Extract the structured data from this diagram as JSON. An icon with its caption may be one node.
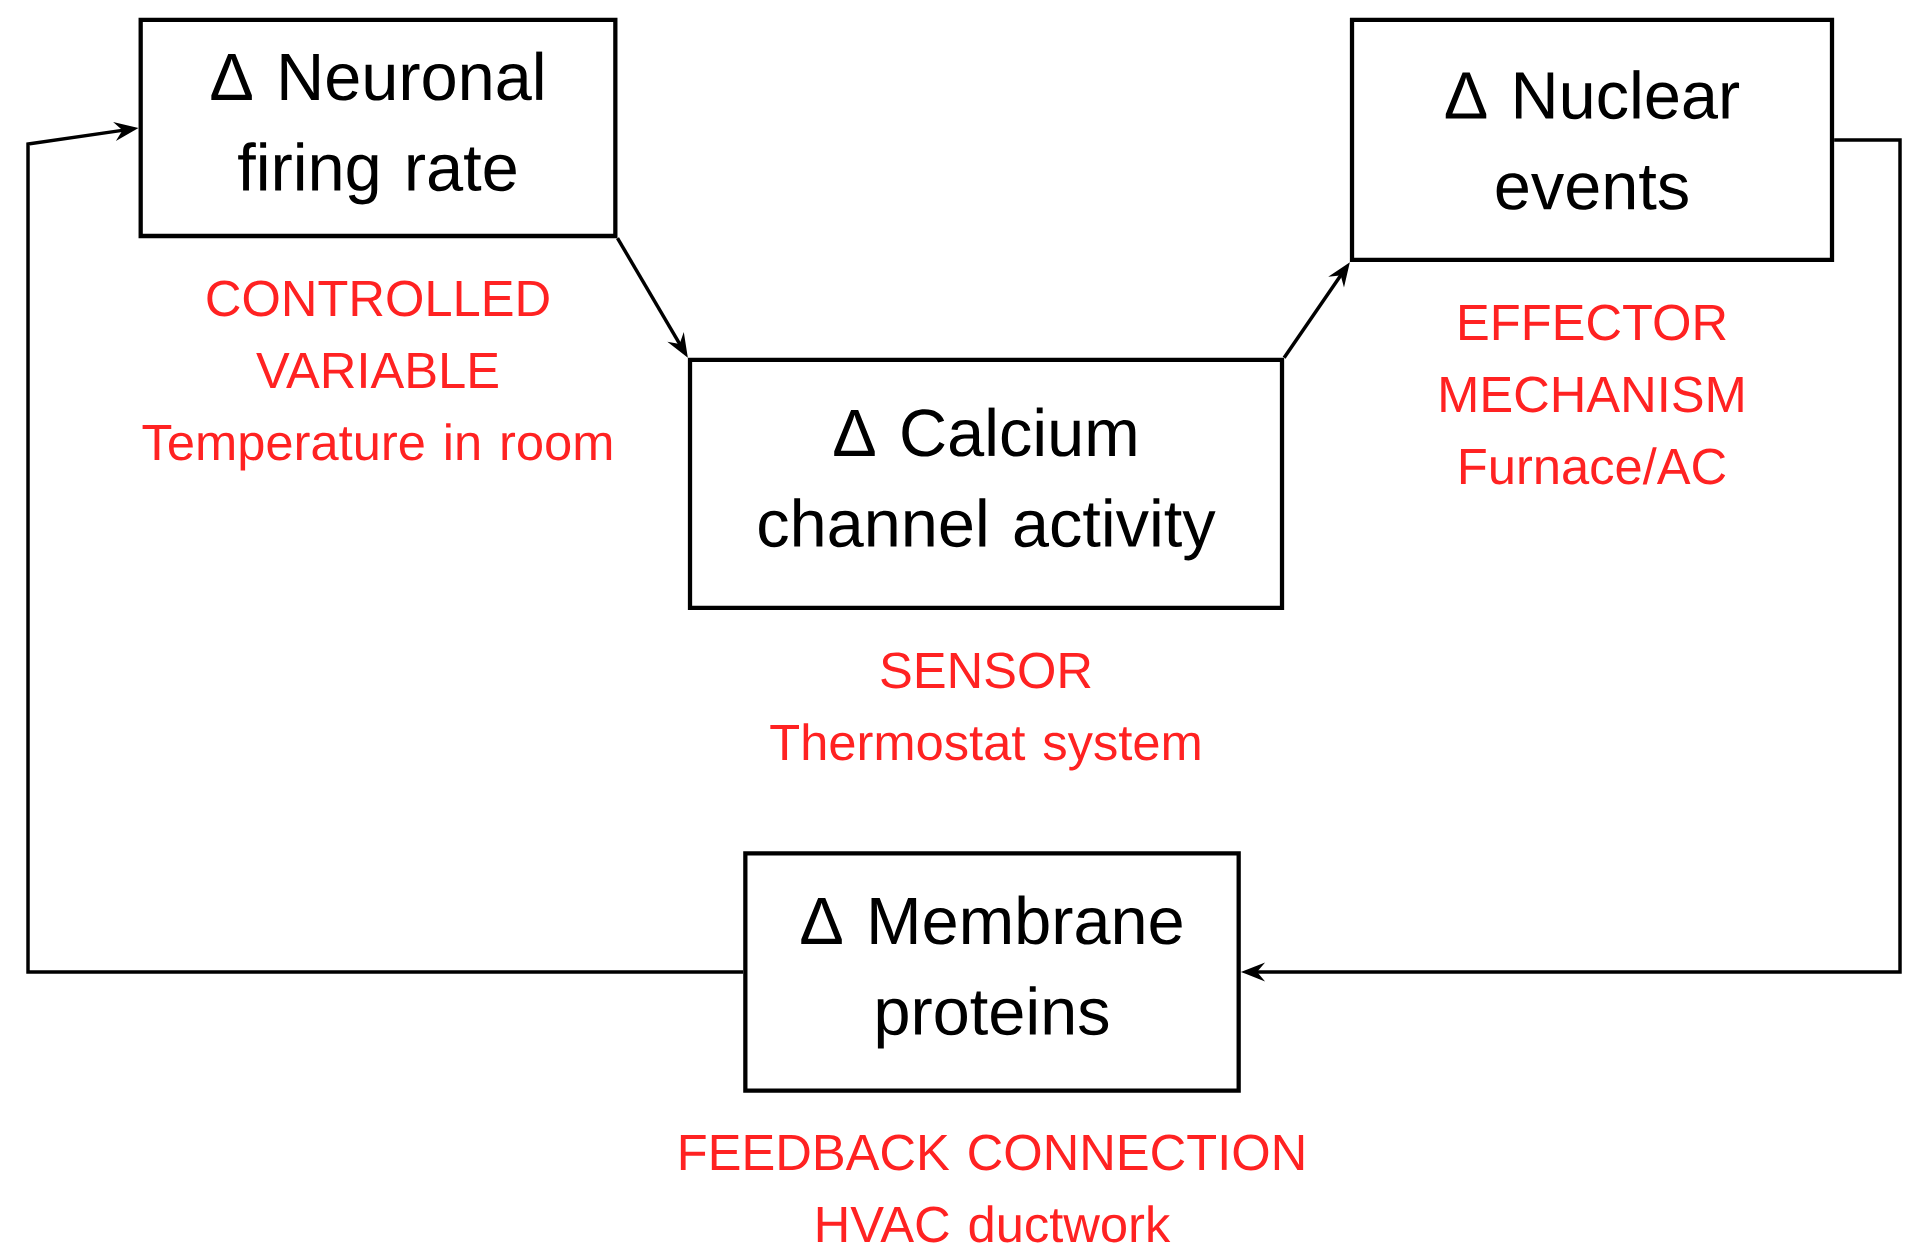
{
  "diagram": {
    "nodes": [
      {
        "text": [
          "Δ Neuronal firing rate"
        ],
        "beside": [
          "CONTROLLED VARIABLE",
          "Temperature in room"
        ]
      },
      {
        "text": [
          "Δ Nuclear events"
        ],
        "beside": [
          "EFFECTOR MECHANISM",
          "Furnace/AC"
        ]
      },
      {
        "text": [
          "Δ Calcium channel activity"
        ],
        "beside": [
          "SENSOR",
          "Thermostat system"
        ]
      },
      {
        "text": [
          "Δ Membrane proteins"
        ],
        "beside": [
          "FEEDBACK CONNECTION",
          "HVAC ductwork"
        ]
      }
    ],
    "edges": [
      {
        "from": 0,
        "to": 2,
        "arrow": "to"
      },
      {
        "from": 2,
        "to": 1,
        "arrow": "to"
      },
      {
        "from": 1,
        "to": 3,
        "arrow": "to"
      },
      {
        "from": 3,
        "to": 0,
        "arrow": "to"
      }
    ]
  }
}
